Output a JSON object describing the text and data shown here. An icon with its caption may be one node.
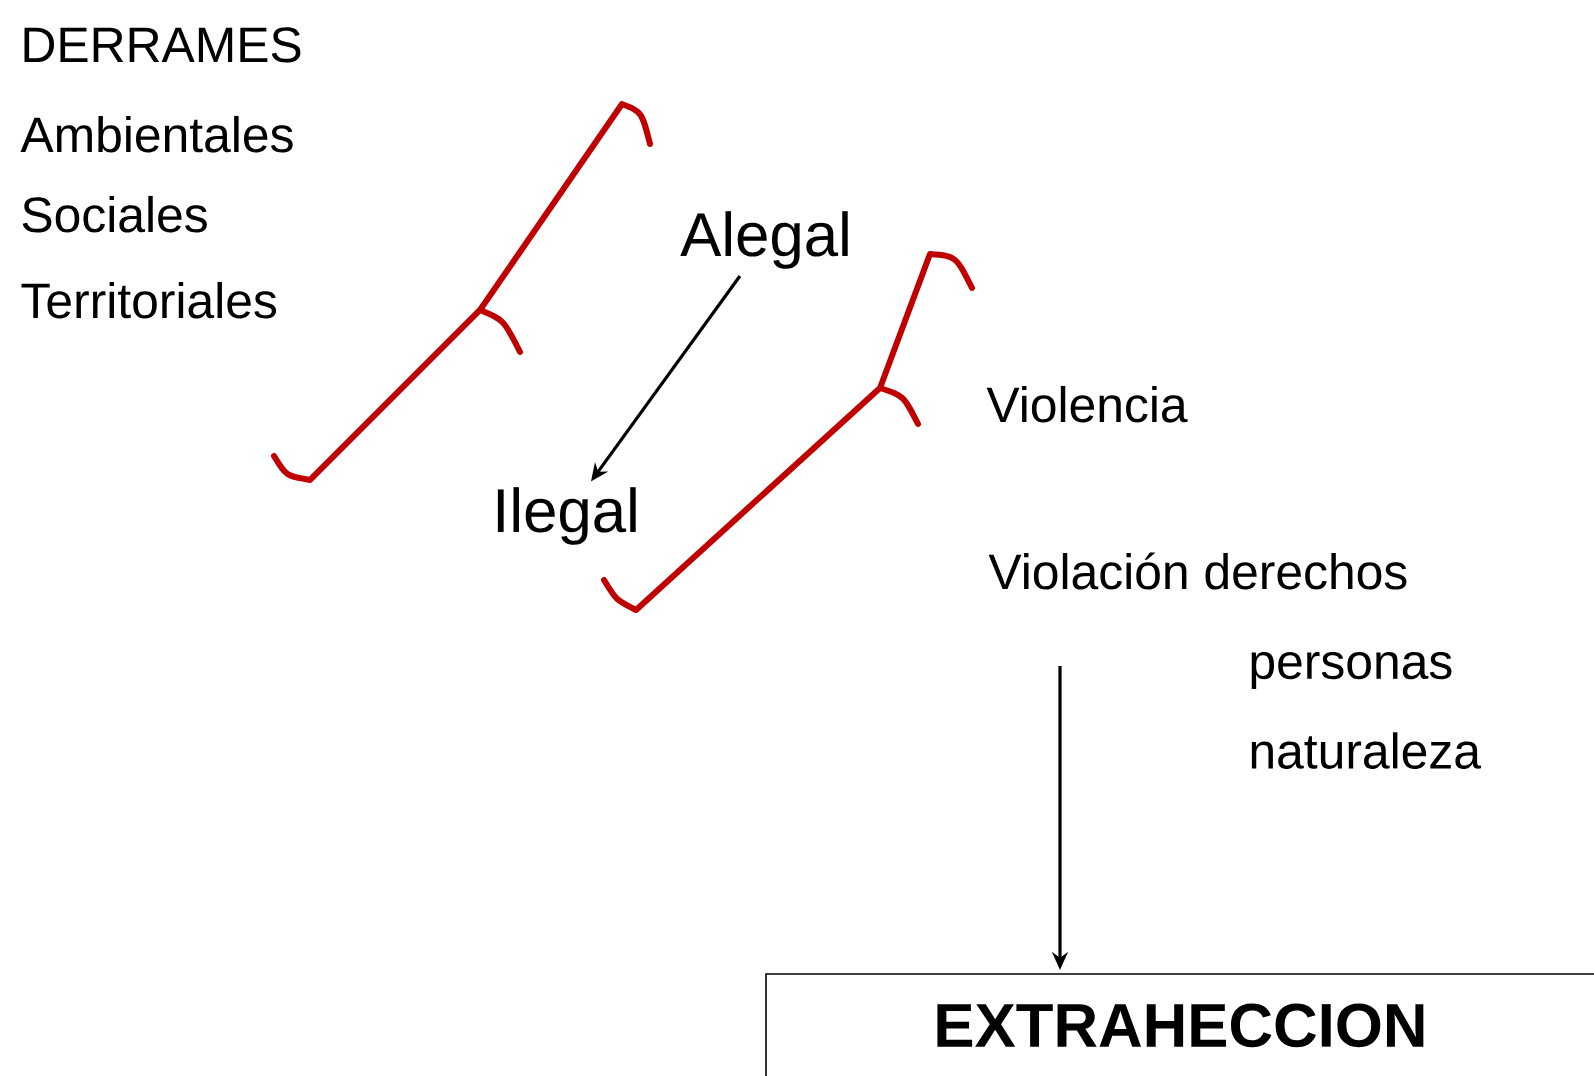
{
  "diagram": {
    "nodes": [
      {
        "text": [
          "Alegal"
        ]
      },
      {
        "text": [
          "Ilegal"
        ]
      },
      {
        "text": [
          "Violación derechos personas naturaleza"
        ]
      },
      {
        "text": [
          "EXTRAHECCION"
        ]
      }
    ],
    "edges": [
      {
        "from": 0,
        "to": 1,
        "arrow": "to"
      },
      {
        "from": 2,
        "to": 3,
        "arrow": "to"
      }
    ],
    "labels": [
      "DERRAMES",
      "Ambientales",
      "Sociales",
      "Territoriales",
      "Violencia"
    ]
  }
}
